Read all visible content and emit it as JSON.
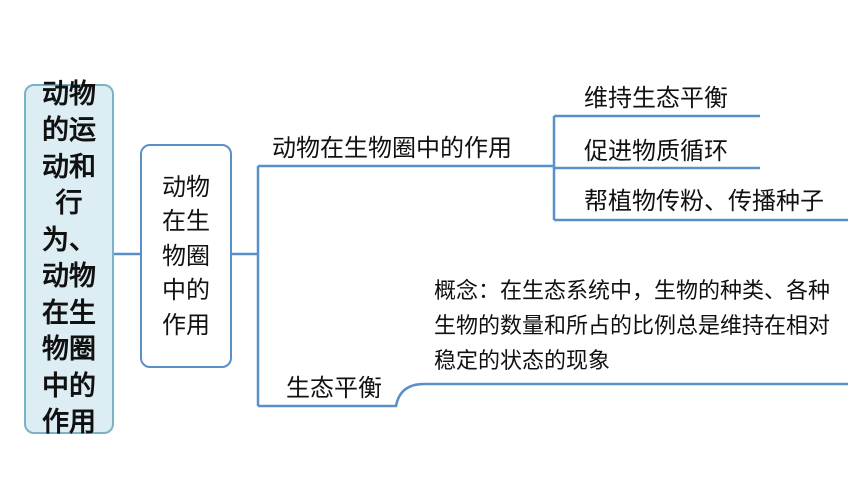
{
  "root": {
    "label": "动物的运动和行为、动物在生物圈中的作用"
  },
  "mid": {
    "label": "动物在生物圈中的作用"
  },
  "branch_top": {
    "label": "动物在生物圈中的作用",
    "children": [
      "维持生态平衡",
      "促进物质循环",
      "帮植物传粉、传播种子"
    ]
  },
  "branch_bottom": {
    "label": "生态平衡",
    "concept": "概念：在生态系统中，生物的种类、各种生物的数量和所占的比例总是维持在相对稳定的状态的现象"
  },
  "colors": {
    "line": "#5b8fc9",
    "root_fill": "#dcedf3",
    "root_border": "#7ab3c6"
  }
}
